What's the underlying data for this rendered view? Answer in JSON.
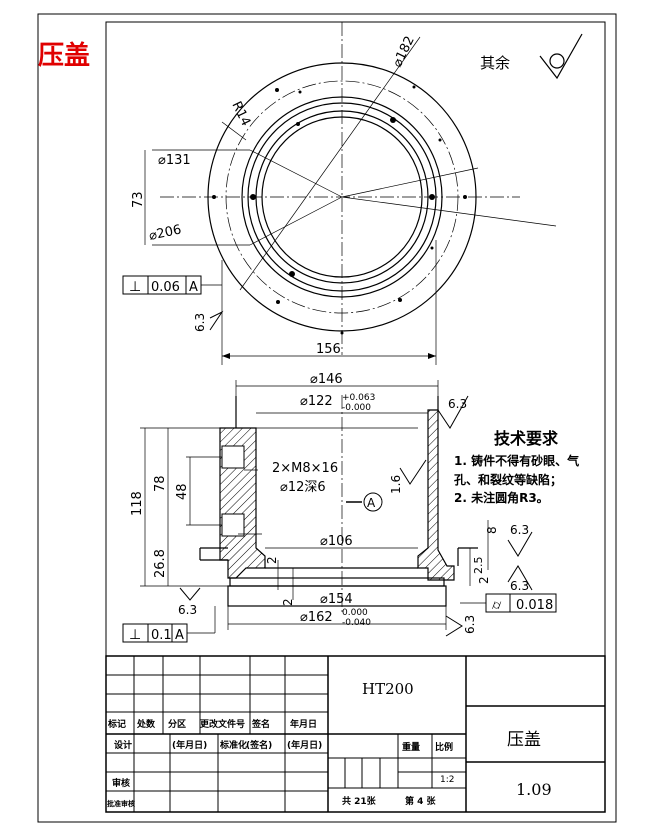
{
  "part_name_red": "压盖",
  "roughness_remainder": "其余",
  "tech_requirements": {
    "title": "技术要求",
    "line1": "1. 铸件不得有砂眼、气",
    "line2": "孔、和裂纹等缺陷；",
    "line3": "2. 未注圆角R3。"
  },
  "top_view": {
    "dim_bolt_circle": "⌀182",
    "dim_radius": "R14",
    "dim_d131": "⌀131",
    "dim_73": "73",
    "dim_d206": "⌀206",
    "dim_156": "156",
    "roughness_6_3": "6.3",
    "tolerance": {
      "symbol": "⊥",
      "value": "0.06",
      "datum": "A"
    }
  },
  "section_view": {
    "dim_d146": "⌀146",
    "dim_d122": "⌀122",
    "dim_d122_upper": "+0.063",
    "dim_d122_lower": "-0.000",
    "dim_thread": "2×M8×16",
    "dim_counterbore": "⌀12深6",
    "dim_d106": "⌀106",
    "dim_d154": "⌀154",
    "dim_d162": "⌀162",
    "dim_d162_upper": "0.000",
    "dim_d162_lower": "-0.040",
    "dim_118": "118",
    "dim_78": "78",
    "dim_48": "48",
    "dim_26_8": "26.8",
    "dim_2a": "2",
    "dim_2b": "2",
    "dim_2c": "2",
    "dim_8": "8",
    "dim_2_5": "2.5",
    "roughness_top": "6.3",
    "roughness_inner": "1.6",
    "roughness_right_top": "6.3",
    "roughness_right_bottom": "6.3",
    "roughness_right_side": "6.3",
    "roughness_left_bottom": "6.3",
    "datum_label": "A",
    "tolerance_perp": {
      "symbol": "⊥",
      "value": "0.1",
      "datum": "A"
    },
    "tolerance_circ": {
      "symbol": "⌭",
      "value": "0.018"
    }
  },
  "title_block": {
    "material": "HT200",
    "part_name": "压盖",
    "scale_label": "比例",
    "weight_label": "重量",
    "scale_value": "1:2",
    "drawing_number": "1.09",
    "total_sheets": "共 21张",
    "sheet_no": "第 4 张",
    "rev_mark": "标记",
    "rev_count": "处数",
    "rev_zone": "分区",
    "rev_doc": "更改文件号",
    "rev_sign": "签名",
    "rev_date": "年月日",
    "design": "设计",
    "design_date": "(年月日)",
    "standard": "标准化",
    "standard_sign": "(签名)",
    "standard_date": "(年月日)",
    "review": "审核",
    "approve": "批准审核"
  }
}
